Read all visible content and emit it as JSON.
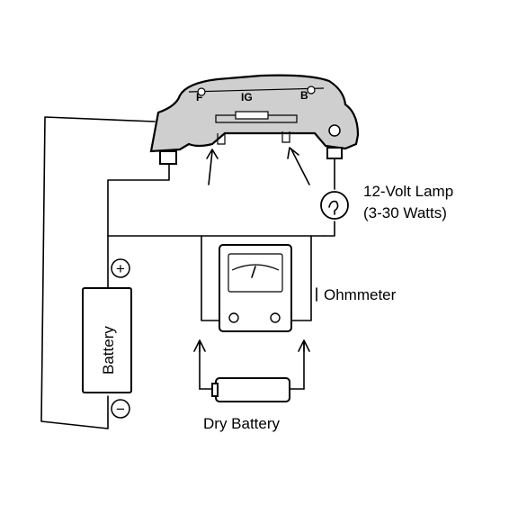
{
  "labels": {
    "lamp_line1": "12-Volt Lamp",
    "lamp_line2": "(3-30 Watts)",
    "ohmmeter": "Ohmmeter",
    "dry_battery": "Dry Battery",
    "battery": "Battery",
    "plus_sign": "+",
    "minus_sign": "−"
  },
  "regulator": {
    "marking": "IG",
    "terminal_left": "F",
    "terminal_right": "B"
  },
  "colors": {
    "line": "#000000",
    "regulator_fill": "#cfcfcf",
    "background": "#ffffff"
  }
}
